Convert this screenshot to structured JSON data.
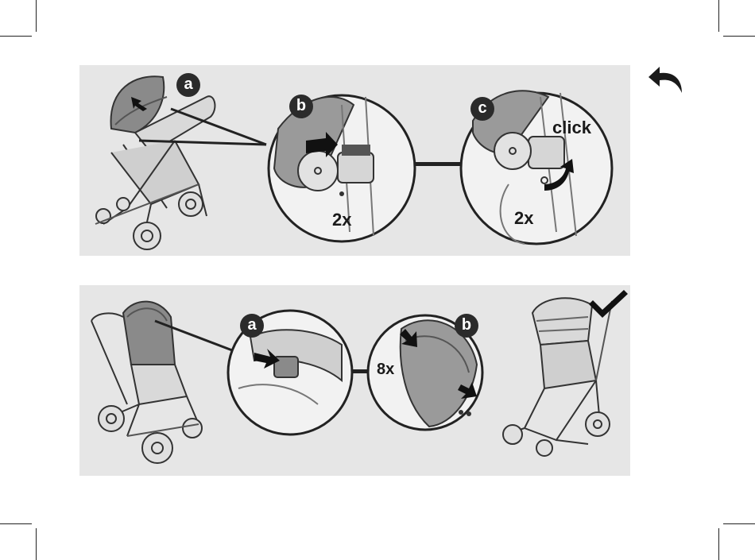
{
  "icons": {
    "back": "undo-arrow-icon",
    "confirm": "checkmark-icon"
  },
  "colors": {
    "panel_bg": "#e6e6e6",
    "ink": "#1a1a1a",
    "badge": "#2b2b2b"
  },
  "step1": {
    "badge_a": "a",
    "badge_b": "b",
    "badge_c": "c",
    "count_b": "2x",
    "click_label": "click",
    "count_c": "2x"
  },
  "step2": {
    "badge_a": "a",
    "badge_b": "b",
    "count_b": "8x"
  }
}
